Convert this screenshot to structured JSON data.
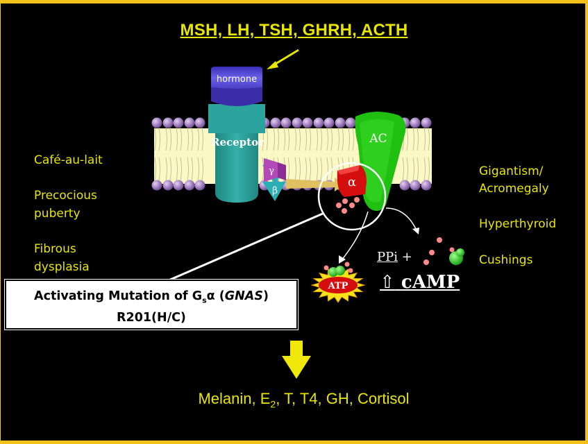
{
  "title": "MSH, LH, TSH, GHRH, ACTH",
  "labels": {
    "hormone": "hormone",
    "receptor": "Receptor",
    "ac": "AC",
    "gamma": "γ",
    "beta": "β",
    "alpha": "α",
    "atp": "ATP",
    "ppi": "PPi",
    "plus": "+",
    "camp_arrow": "⇧",
    "camp": "cAMP"
  },
  "left_conditions": [
    "Café-au-lait",
    "Precocious",
    "puberty",
    "Fibrous",
    "dysplasia"
  ],
  "right_conditions": [
    "Gigantism/",
    "Acromegaly",
    "Hyperthyroid",
    "Cushings"
  ],
  "mutation": {
    "prefix": "Activating Mutation of G",
    "sub": "s",
    "alpha": "α",
    "gene_open": " (",
    "gene": "GNAS",
    "gene_close": ")",
    "line2": "R201(H/C)"
  },
  "products": {
    "melanin": "Melanin, E",
    "e_sub": "2",
    "rest": ", T, T4, GH, Cortisol"
  },
  "colors": {
    "border": "#f2c21b",
    "text_yellow": "#e8e600",
    "membrane": "#fbf8c4",
    "lipid_head": "#9a72b8",
    "receptor": "#2a9a94",
    "hormone": "#5a4fd8",
    "ac": "#22c20c",
    "alpha": "#d40e0e",
    "atp_star": "#f6e21c"
  }
}
